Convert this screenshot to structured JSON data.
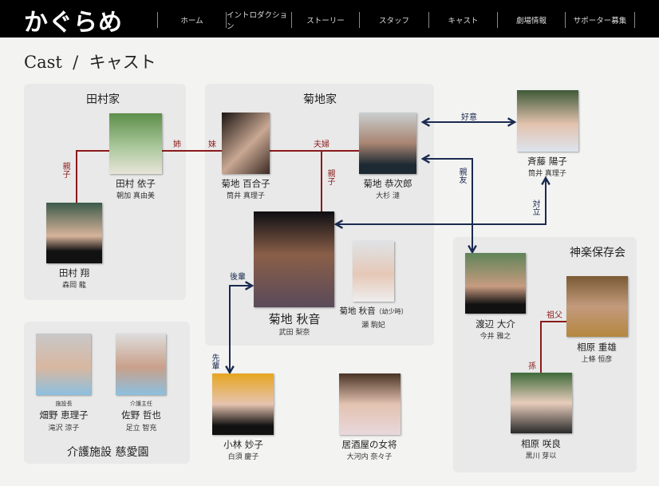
{
  "header": {
    "logo": "かぐらめ",
    "nav": [
      "ホーム",
      "イントロダクション",
      "ストーリー",
      "スタッフ",
      "キャスト",
      "劇場情報",
      "サポーター募集"
    ]
  },
  "page_title": "Cast  /  キャスト",
  "groups": {
    "tamura": "田村家",
    "kikuchi": "菊地家",
    "kagura": "神楽保存会",
    "kaigo": "介護施設 慈愛園"
  },
  "cast": {
    "yoriko": {
      "name": "田村 依子",
      "actor": "朝加 真由美"
    },
    "sho": {
      "name": "田村 翔",
      "actor": "森岡 龍"
    },
    "yuriko": {
      "name": "菊地 百合子",
      "actor": "筒井 真理子"
    },
    "kyojiro": {
      "name": "菊地 恭次郎",
      "actor": "大杉 漣"
    },
    "akane": {
      "name": "菊地 秋音",
      "actor": "武田 梨奈"
    },
    "akane_young": {
      "name": "菊地 秋音",
      "note": "（幼少時）",
      "actor": "瀬 駒妃"
    },
    "yoko": {
      "name": "斉藤 陽子",
      "actor": "筒井 真理子"
    },
    "daisuke": {
      "name": "渡辺 大介",
      "actor": "今井 雅之"
    },
    "shigeo": {
      "name": "相原 重雄",
      "actor": "上條 恒彦"
    },
    "sakura": {
      "name": "相原 咲良",
      "actor": "黒川 芽以"
    },
    "hatano": {
      "role": "施設長",
      "name": "畑野 恵理子",
      "actor": "滝沢 涼子"
    },
    "sano": {
      "role": "介護主任",
      "name": "佐野 哲也",
      "actor": "足立 智充"
    },
    "kobayashi": {
      "name": "小林 妙子",
      "actor": "白須 慶子"
    },
    "okami": {
      "name": "居酒屋の女将",
      "actor": "大河内 奈々子"
    }
  },
  "relations": {
    "oyako1": "親子",
    "ane": "姉",
    "imouto": "妹",
    "fuufu": "夫婦",
    "oyako2": "親子",
    "koui": "好意",
    "shinyu": "親友",
    "tairitsu": "対立",
    "kouhai": "後輩",
    "senpai": "先輩",
    "sofu": "祖父",
    "mago": "孫"
  },
  "colors": {
    "family_line": "#8b1a1a",
    "relation_line": "#1a2a50"
  }
}
